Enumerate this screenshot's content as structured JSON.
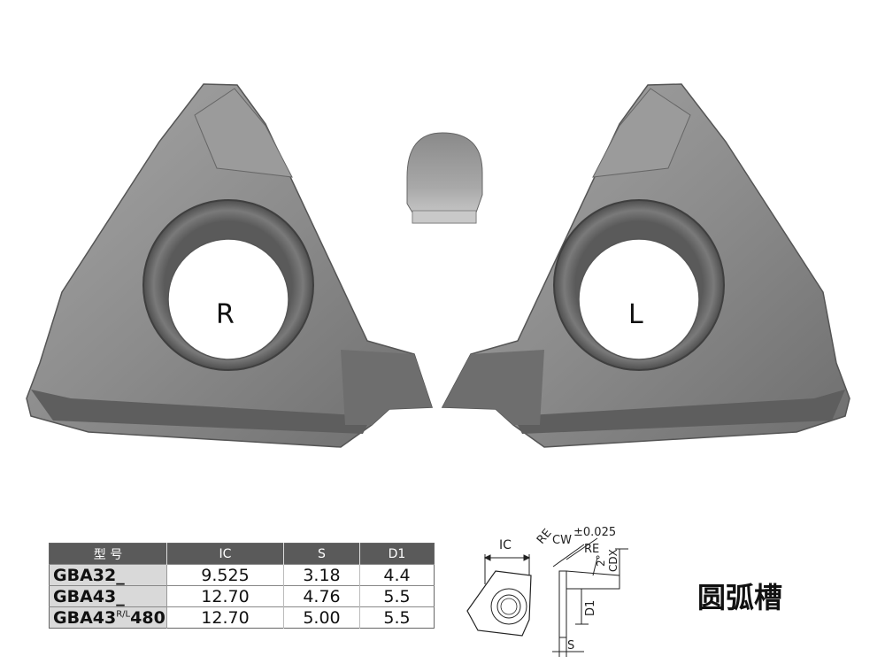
{
  "inserts": {
    "right_label": "R",
    "left_label": "L"
  },
  "table": {
    "headers": [
      "型 号",
      "IC",
      "S",
      "D1"
    ],
    "rows": [
      {
        "model": "GBA32_",
        "model_suffix": "",
        "model_tail": "",
        "ic": "9.525",
        "s": "3.18",
        "d1": "4.4"
      },
      {
        "model": "GBA43_",
        "model_suffix": "",
        "model_tail": "",
        "ic": "12.70",
        "s": "4.76",
        "d1": "5.5"
      },
      {
        "model": "GBA43",
        "model_suffix": "R/L",
        "model_tail": "480",
        "ic": "12.70",
        "s": "5.00",
        "d1": "5.5"
      }
    ]
  },
  "diagram": {
    "ic": "IC",
    "re_left": "RE",
    "cw": "CW",
    "tolerance": "±0.025",
    "re_right": "RE",
    "cdx": "CDX",
    "angle": "2°",
    "d1": "D1",
    "s": "S"
  },
  "title": "圆弧槽",
  "colors": {
    "header_bg": "#5a5a5a",
    "model_bg": "#d9d9d9",
    "insert_body": "#8a8a8a"
  }
}
